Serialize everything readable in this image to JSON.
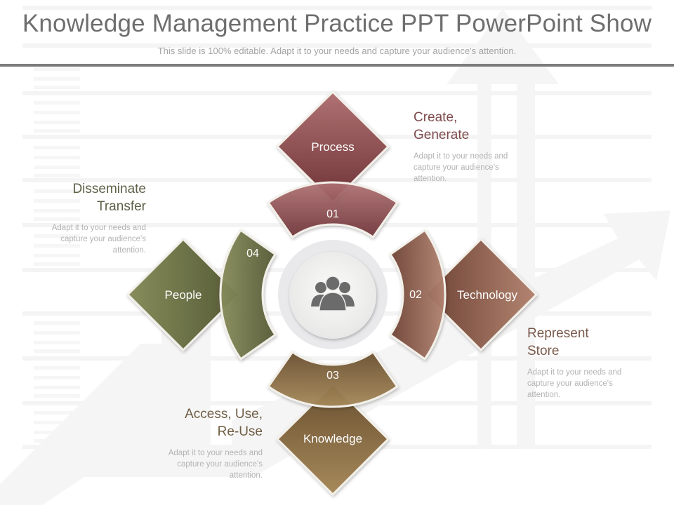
{
  "slide": {
    "title": "Knowledge Management Practice PPT PowerPoint Show",
    "subtitle": "This slide is 100% editable. Adapt it to your needs and capture your audience's attention."
  },
  "center": {
    "icon": "people-group-icon"
  },
  "segments": [
    {
      "number": "01",
      "label": "Process",
      "position": "top",
      "color": "#8f4a4e"
    },
    {
      "number": "02",
      "label": "Technology",
      "position": "right",
      "color": "#8f5e4b"
    },
    {
      "number": "03",
      "label": "Knowledge",
      "position": "bottom",
      "color": "#7c6540"
    },
    {
      "number": "04",
      "label": "People",
      "position": "left",
      "color": "#6d7349"
    }
  ],
  "text_blocks": [
    {
      "heading_line1": "Create,",
      "heading_line2": "Generate",
      "body_line1": "Adapt it to your needs and",
      "body_line2": "capture your audience's",
      "body_line3": "attention.",
      "color": "#7d4a4c"
    },
    {
      "heading_line1": "Represent",
      "heading_line2": "Store",
      "body_line1": "Adapt it to your needs and",
      "body_line2": "capture your audience's",
      "body_line3": "attention.",
      "color": "#7a5a4c"
    },
    {
      "heading_line1": "Access, Use,",
      "heading_line2": "Re-Use",
      "body_line1": "Adapt it to your needs and",
      "body_line2": "capture your audience's",
      "body_line3": "attention.",
      "color": "#6f5e45"
    },
    {
      "heading_line1": "Disseminate",
      "heading_line2": "Transfer",
      "body_line1": "Adapt it to your needs and",
      "body_line2": "capture your audience's",
      "body_line3": "attention.",
      "color": "#5f6148"
    }
  ]
}
